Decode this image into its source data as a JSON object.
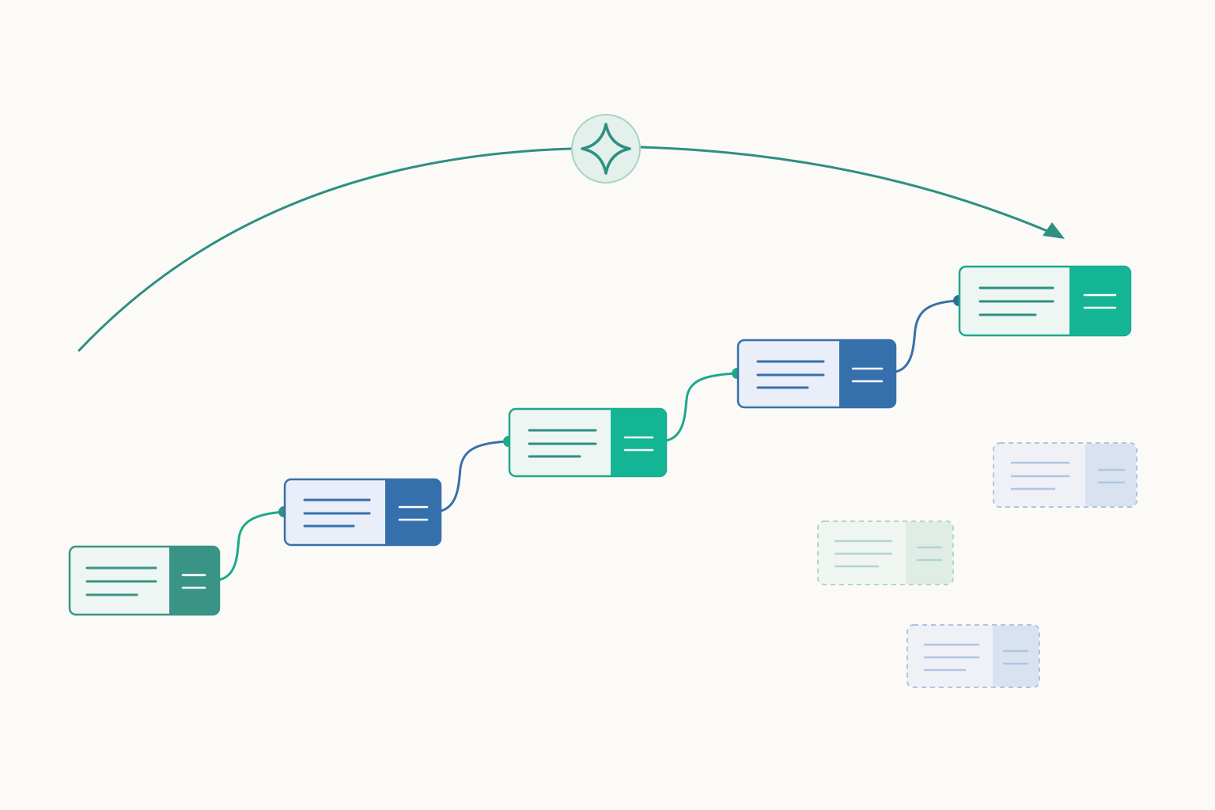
{
  "diagram": {
    "palette": {
      "background": "#fbfaf7",
      "teal": "#2e8f82",
      "teal_dark": "#3a9485",
      "green": "#13b594",
      "green_mid": "#1ea88b",
      "blue": "#3670ac",
      "blue_line": "#3b6fa8",
      "blue_tint": "#e9eef8",
      "green_tint": "#eef6f3",
      "ghost_blue": "#a9bfe0",
      "ghost_green": "#a9d3c6"
    },
    "arc": {
      "icon": "four-point-star-icon",
      "arrowhead": "arrowhead-icon"
    },
    "steps": [
      {
        "id": "step-1",
        "style": "teal",
        "connector_icon": "menu-lines-icon"
      },
      {
        "id": "step-2",
        "style": "blue",
        "connector_icon": "menu-lines-icon"
      },
      {
        "id": "step-3",
        "style": "green",
        "connector_icon": "menu-lines-icon"
      },
      {
        "id": "step-4",
        "style": "blue",
        "connector_icon": "menu-lines-icon"
      },
      {
        "id": "step-5",
        "style": "green",
        "connector_icon": "menu-lines-icon"
      }
    ],
    "ghost_cards": [
      {
        "id": "ghost-1",
        "style": "blue"
      },
      {
        "id": "ghost-2",
        "style": "green"
      },
      {
        "id": "ghost-3",
        "style": "blue"
      }
    ]
  }
}
